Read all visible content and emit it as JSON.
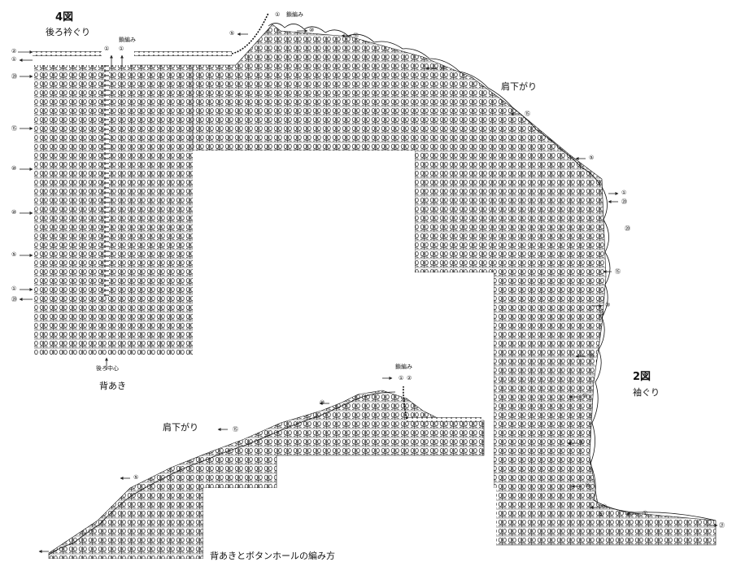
{
  "figure4": {
    "title": "4図",
    "neck_label": "後ろ衿ぐり",
    "chain_label": "鎖編み",
    "shoulder_label": "肩下がり",
    "center_label": "後ろ中心",
    "opening_label": "背あき",
    "chain_top_label": "鎖編み"
  },
  "figure2": {
    "title": "2図",
    "armhole_label": "袖ぐり"
  },
  "bottom": {
    "shoulder_label": "肩下がり",
    "chain_label": "鎖編み",
    "caption": "背あきとボタンホールの編み方"
  },
  "row_markers": {
    "left": [
      "②",
      "①",
      "⑳",
      "⑮",
      "⑩",
      "⑩",
      "⑤",
      "①",
      "⑳"
    ],
    "top_center": [
      "①",
      "①"
    ],
    "top_right": [
      "⑤",
      "①",
      "⑩",
      "⑮",
      "⑳"
    ],
    "right_side": [
      "⑮",
      "⑤",
      "①",
      "⑳",
      "⑳",
      "⑮",
      "⑩",
      "㉕",
      "⑳",
      "⑩",
      "⑤",
      "⑩",
      "⑤",
      "②",
      "①",
      "㉑"
    ],
    "bottom_center": [
      "①",
      "②",
      "⑩",
      "⑮",
      "⑤"
    ]
  }
}
